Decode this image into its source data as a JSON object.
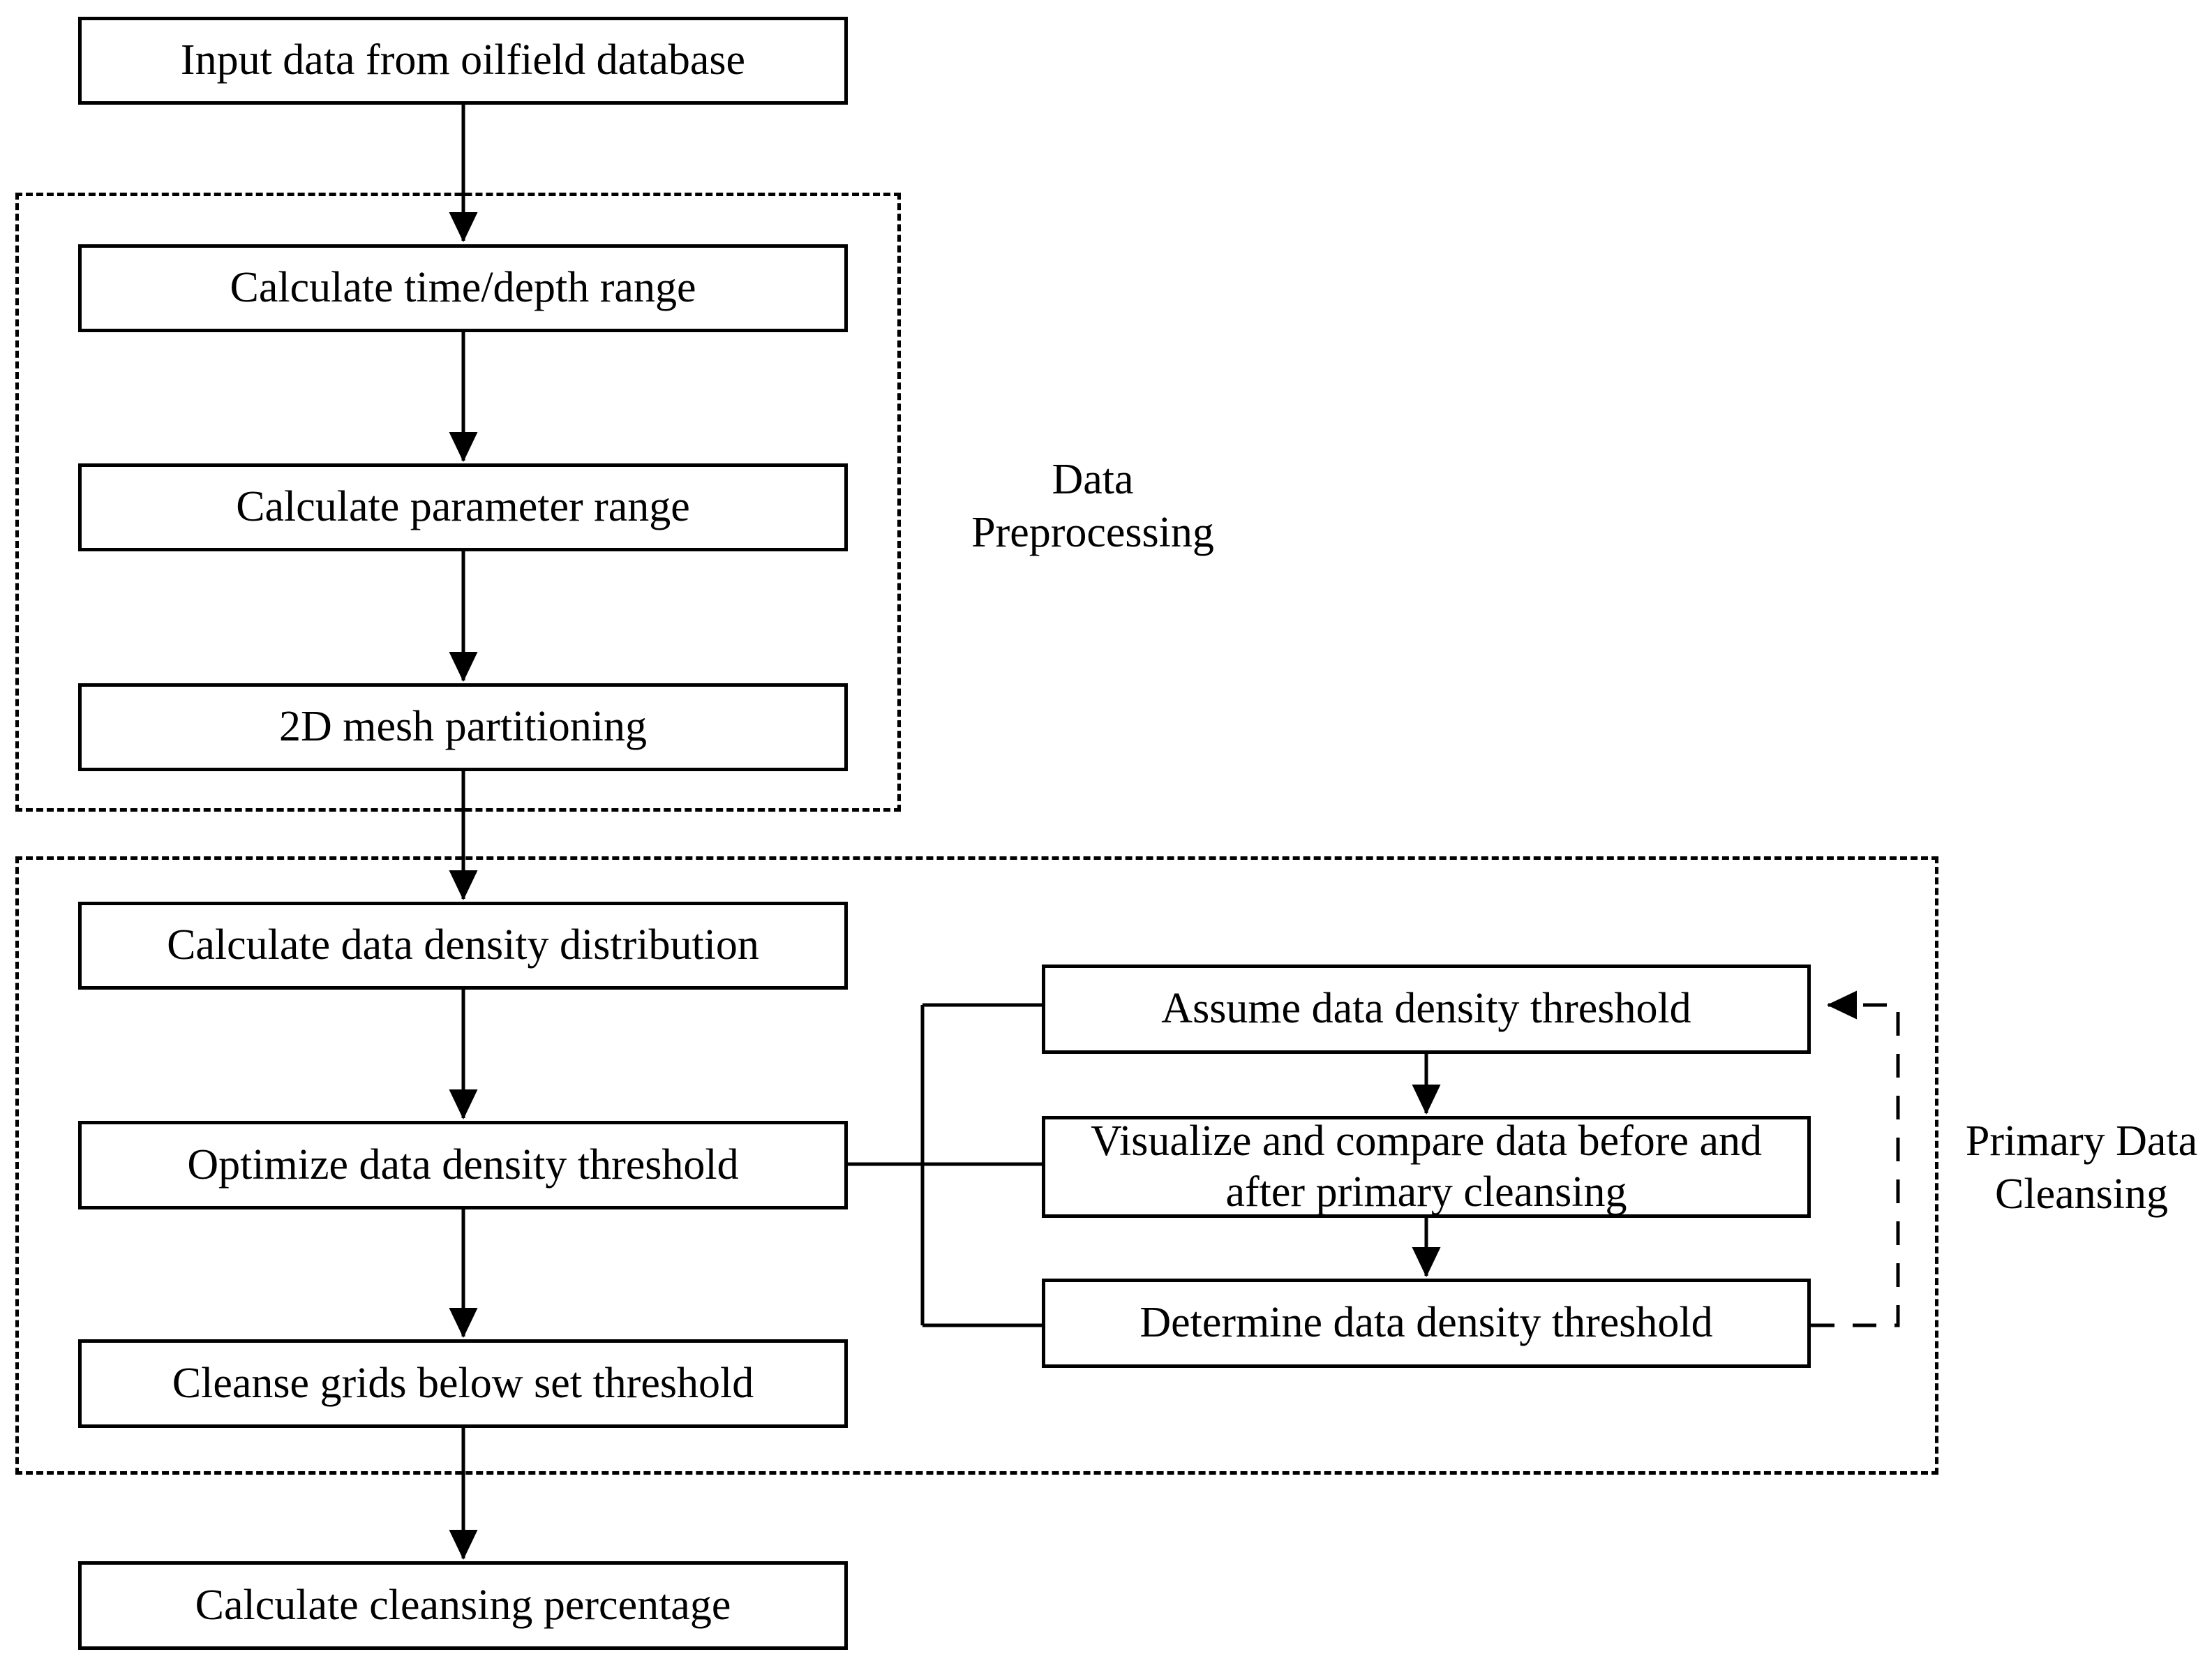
{
  "diagram": {
    "title_text": "",
    "colors": {
      "stroke": "#000000",
      "fill": "#ffffff",
      "text": "#000000"
    },
    "nodes": [
      {
        "id": "input-data",
        "label": "Input data from oilfield database"
      },
      {
        "id": "time-depth-range",
        "label": "Calculate time/depth range"
      },
      {
        "id": "parameter-range",
        "label": "Calculate parameter range"
      },
      {
        "id": "mesh-partitioning",
        "label": "2D mesh partitioning"
      },
      {
        "id": "density-distribution",
        "label": "Calculate data density distribution"
      },
      {
        "id": "optimize-threshold",
        "label": "Optimize data density threshold"
      },
      {
        "id": "cleanse-grids",
        "label": "Cleanse grids below set threshold"
      },
      {
        "id": "cleansing-percentage",
        "label": "Calculate cleansing percentage"
      },
      {
        "id": "assume-threshold",
        "label": "Assume data density threshold"
      },
      {
        "id": "visualize-compare",
        "label": "Visualize and compare data before and after primary cleansing"
      },
      {
        "id": "determine-threshold",
        "label": "Determine data density threshold"
      }
    ],
    "groups": [
      {
        "id": "data-preprocessing",
        "label": "Data\nPreprocessing"
      },
      {
        "id": "primary-data-cleansing",
        "label": "Primary Data\nCleansing"
      }
    ],
    "edges": [
      {
        "from": "input-data",
        "to": "time-depth-range",
        "style": "solid",
        "arrow": true
      },
      {
        "from": "time-depth-range",
        "to": "parameter-range",
        "style": "solid",
        "arrow": true
      },
      {
        "from": "parameter-range",
        "to": "mesh-partitioning",
        "style": "solid",
        "arrow": true
      },
      {
        "from": "mesh-partitioning",
        "to": "density-distribution",
        "style": "solid",
        "arrow": true
      },
      {
        "from": "density-distribution",
        "to": "optimize-threshold",
        "style": "solid",
        "arrow": true
      },
      {
        "from": "optimize-threshold",
        "to": "cleanse-grids",
        "style": "solid",
        "arrow": true
      },
      {
        "from": "cleanse-grids",
        "to": "cleansing-percentage",
        "style": "solid",
        "arrow": true
      },
      {
        "from": "optimize-threshold",
        "to": "assume-threshold",
        "style": "solid",
        "arrow": false
      },
      {
        "from": "optimize-threshold",
        "to": "visualize-compare",
        "style": "solid",
        "arrow": false
      },
      {
        "from": "optimize-threshold",
        "to": "determine-threshold",
        "style": "solid",
        "arrow": false
      },
      {
        "from": "assume-threshold",
        "to": "visualize-compare",
        "style": "solid",
        "arrow": true
      },
      {
        "from": "visualize-compare",
        "to": "determine-threshold",
        "style": "solid",
        "arrow": true
      },
      {
        "from": "determine-threshold",
        "to": "assume-threshold",
        "style": "dashed",
        "arrow": true
      }
    ]
  }
}
